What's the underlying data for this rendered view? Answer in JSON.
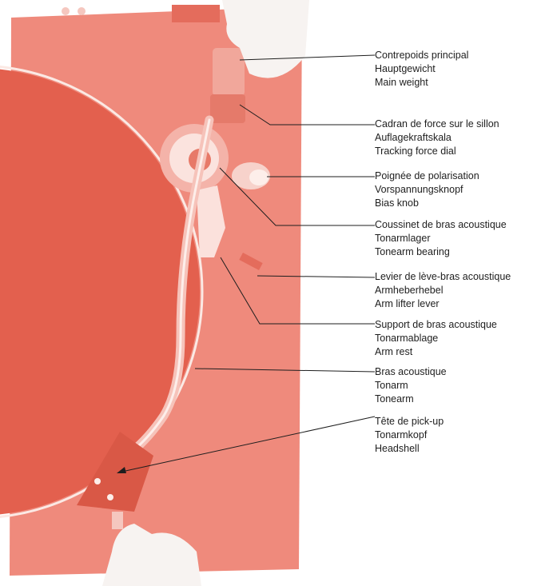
{
  "colors": {
    "plinth": "#ef8a7c",
    "platter": "#e3604e",
    "platter_rim": "#fbe9e4",
    "arm": "#f6c3ba",
    "leader": "#1e1e1e",
    "text": "#1e1e1e"
  },
  "callouts": [
    {
      "id": "main-weight",
      "fr": "Contrepoids principal",
      "de": "Hauptgewicht",
      "en": "Main weight"
    },
    {
      "id": "tracking-dial",
      "fr": "Cadran de force sur le sillon",
      "de": "Auflagekraftskala",
      "en": "Tracking force dial"
    },
    {
      "id": "bias-knob",
      "fr": "Poignée de polarisation",
      "de": "Vorspannungsknopf",
      "en": "Bias knob"
    },
    {
      "id": "tonearm-bearing",
      "fr": "Coussinet de bras acoustique",
      "de": "Tonarmlager",
      "en": "Tonearm bearing"
    },
    {
      "id": "arm-lifter",
      "fr": "Levier de lève-bras acoustique",
      "de": "Armheberhebel",
      "en": "Arm lifter lever"
    },
    {
      "id": "arm-rest",
      "fr": "Support de bras acoustique",
      "de": "Tonarmablage",
      "en": "Arm rest"
    },
    {
      "id": "tonearm",
      "fr": "Bras acoustique",
      "de": "Tonarm",
      "en": "Tonearm"
    },
    {
      "id": "headshell",
      "fr": "Tête de pick-up",
      "de": "Tonarmkopf",
      "en": "Headshell"
    }
  ]
}
